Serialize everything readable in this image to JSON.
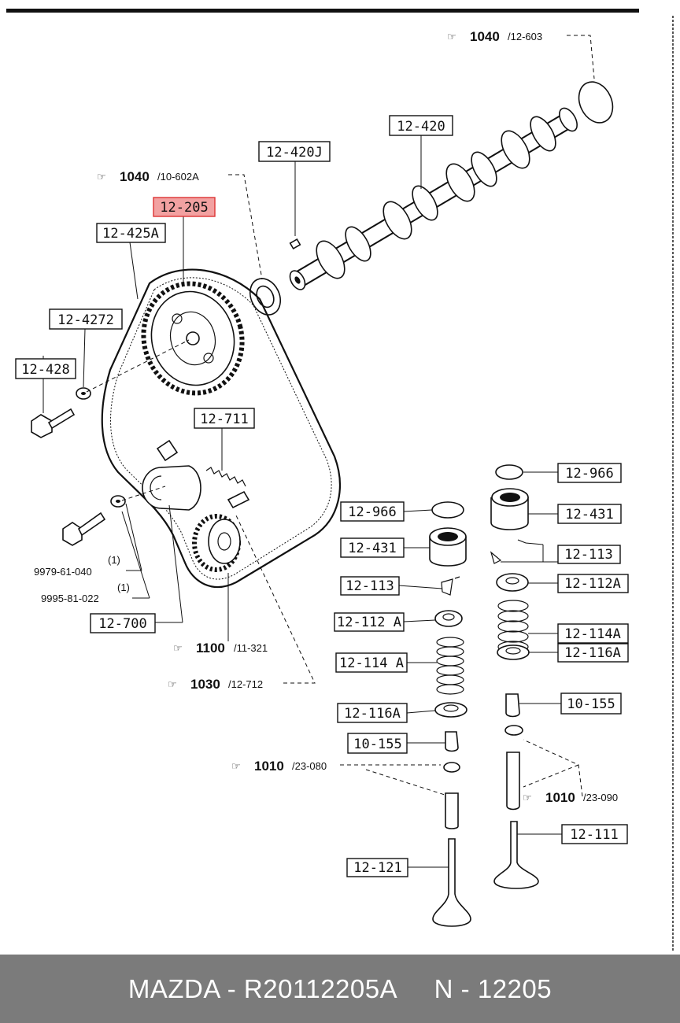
{
  "footer": {
    "brand": "MAZDA",
    "sep1": "-",
    "part_number": "R20112205A",
    "n_label": "N",
    "sep2": "-",
    "n_code": "12205"
  },
  "refs": {
    "r1040a": {
      "main": "1040",
      "sub": "/12-603"
    },
    "r1040b": {
      "main": "1040",
      "sub": "/10-602A"
    },
    "r1100": {
      "main": "1100",
      "sub": "/11-321"
    },
    "r1030": {
      "main": "1030",
      "sub": "/12-712"
    },
    "r1010a": {
      "main": "1010",
      "sub": "/23-080"
    },
    "r1010b": {
      "main": "1010",
      "sub": "/23-090"
    }
  },
  "labels": {
    "p12_420": "12-420",
    "p12_420J": "12-420J",
    "p12_205": "12-205",
    "p12_425A": "12-425A",
    "p12_4272": "12-4272",
    "p12_428": "12-428",
    "p12_711": "12-711",
    "p12_700": "12-700",
    "p12_966_l": "12-966",
    "p12_431_l": "12-431",
    "p12_113_l": "12-113",
    "p12_112A_l": "12-112 A",
    "p12_114A_l": "12-114 A",
    "p12_116A_l": "12-116A",
    "p10_155_l": "10-155",
    "p12_121": "12-121",
    "p12_966_r": "12-966",
    "p12_431_r": "12-431",
    "p12_113_r": "12-113",
    "p12_112A_r": "12-112A",
    "p12_114A_r": "12-114A",
    "p12_116A_r": "12-116A",
    "p10_155_r": "10-155",
    "p12_111": "12-111"
  },
  "codes": {
    "c1_qty": "(1)",
    "c1": "9979-61-040",
    "c2_qty": "(1)",
    "c2": "9995-81-022"
  },
  "colors": {
    "highlight_fill": "#f2a1a1",
    "highlight_stroke": "#dd3333",
    "footer_bg": "#7b7b7b"
  },
  "icons": {
    "reference": "pointing-hand-icon"
  }
}
